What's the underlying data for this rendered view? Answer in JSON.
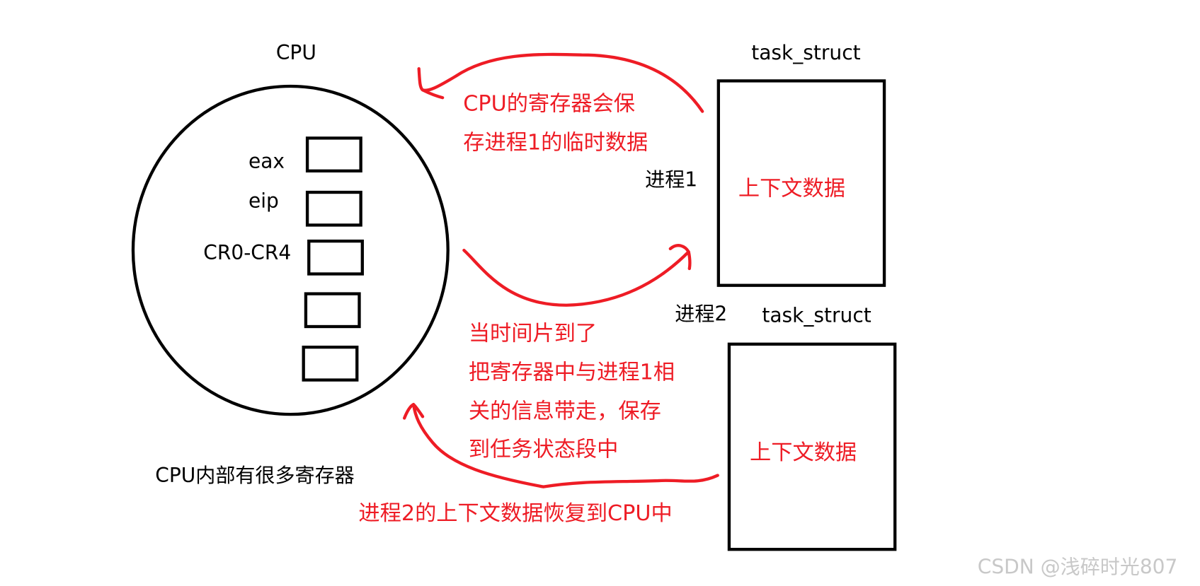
{
  "cpu": {
    "title": "CPU",
    "registers": [
      "eax",
      "eip",
      "CR0-CR4"
    ],
    "caption": "CPU内部有很多寄存器"
  },
  "process1": {
    "header": "task_struct",
    "label": "进程1",
    "content": "上下文数据"
  },
  "process2": {
    "header": "task_struct",
    "label": "进程2",
    "content": "上下文数据"
  },
  "annotations": {
    "save_note": [
      "CPU的寄存器会保",
      "存进程1的临时数据"
    ],
    "timeslice_note": [
      "当时间片到了",
      "把寄存器中与进程1相",
      "关的信息带走，保存",
      "到任务状态段中"
    ],
    "restore_note": "进程2的上下文数据恢复到CPU中"
  },
  "watermark": "CSDN @浅碎时光807",
  "colors": {
    "accent": "#ee1c25",
    "stroke": "#000000"
  }
}
